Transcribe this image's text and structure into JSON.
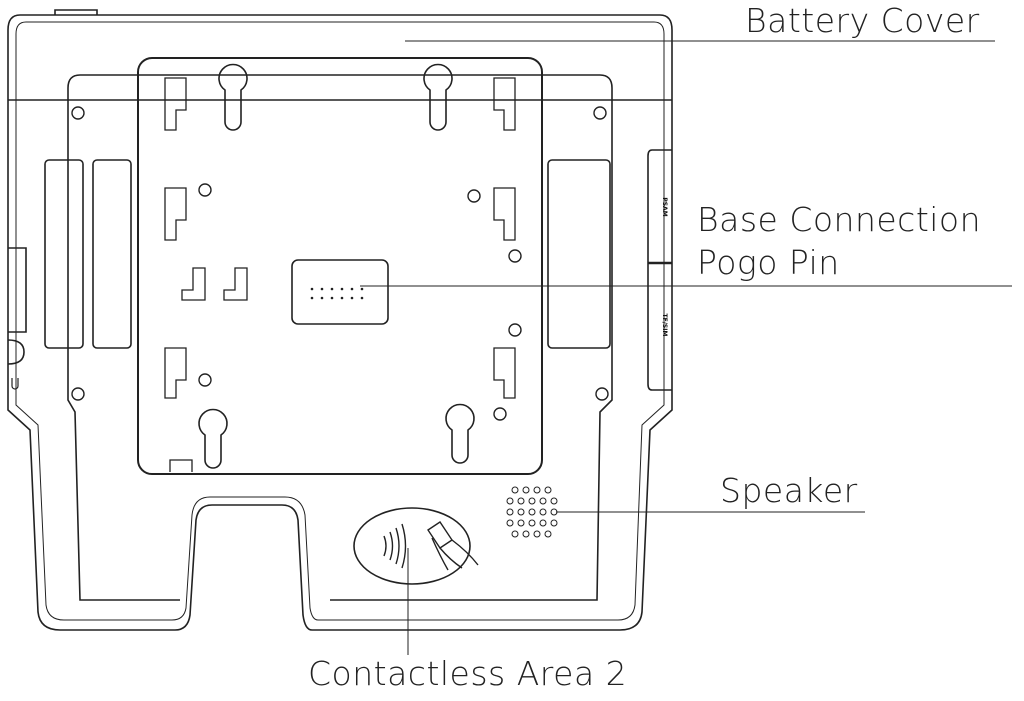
{
  "labels": {
    "battery_cover": "Battery Cover",
    "base_connection": "Base Connection",
    "pogo_pin": "Pogo Pin",
    "speaker": "Speaker",
    "contactless": "Contactless Area 2"
  },
  "slots": {
    "psam": "PSAM",
    "tf_sim": "TF/SIM"
  },
  "colors": {
    "line": "#222222",
    "background": "#ffffff"
  }
}
